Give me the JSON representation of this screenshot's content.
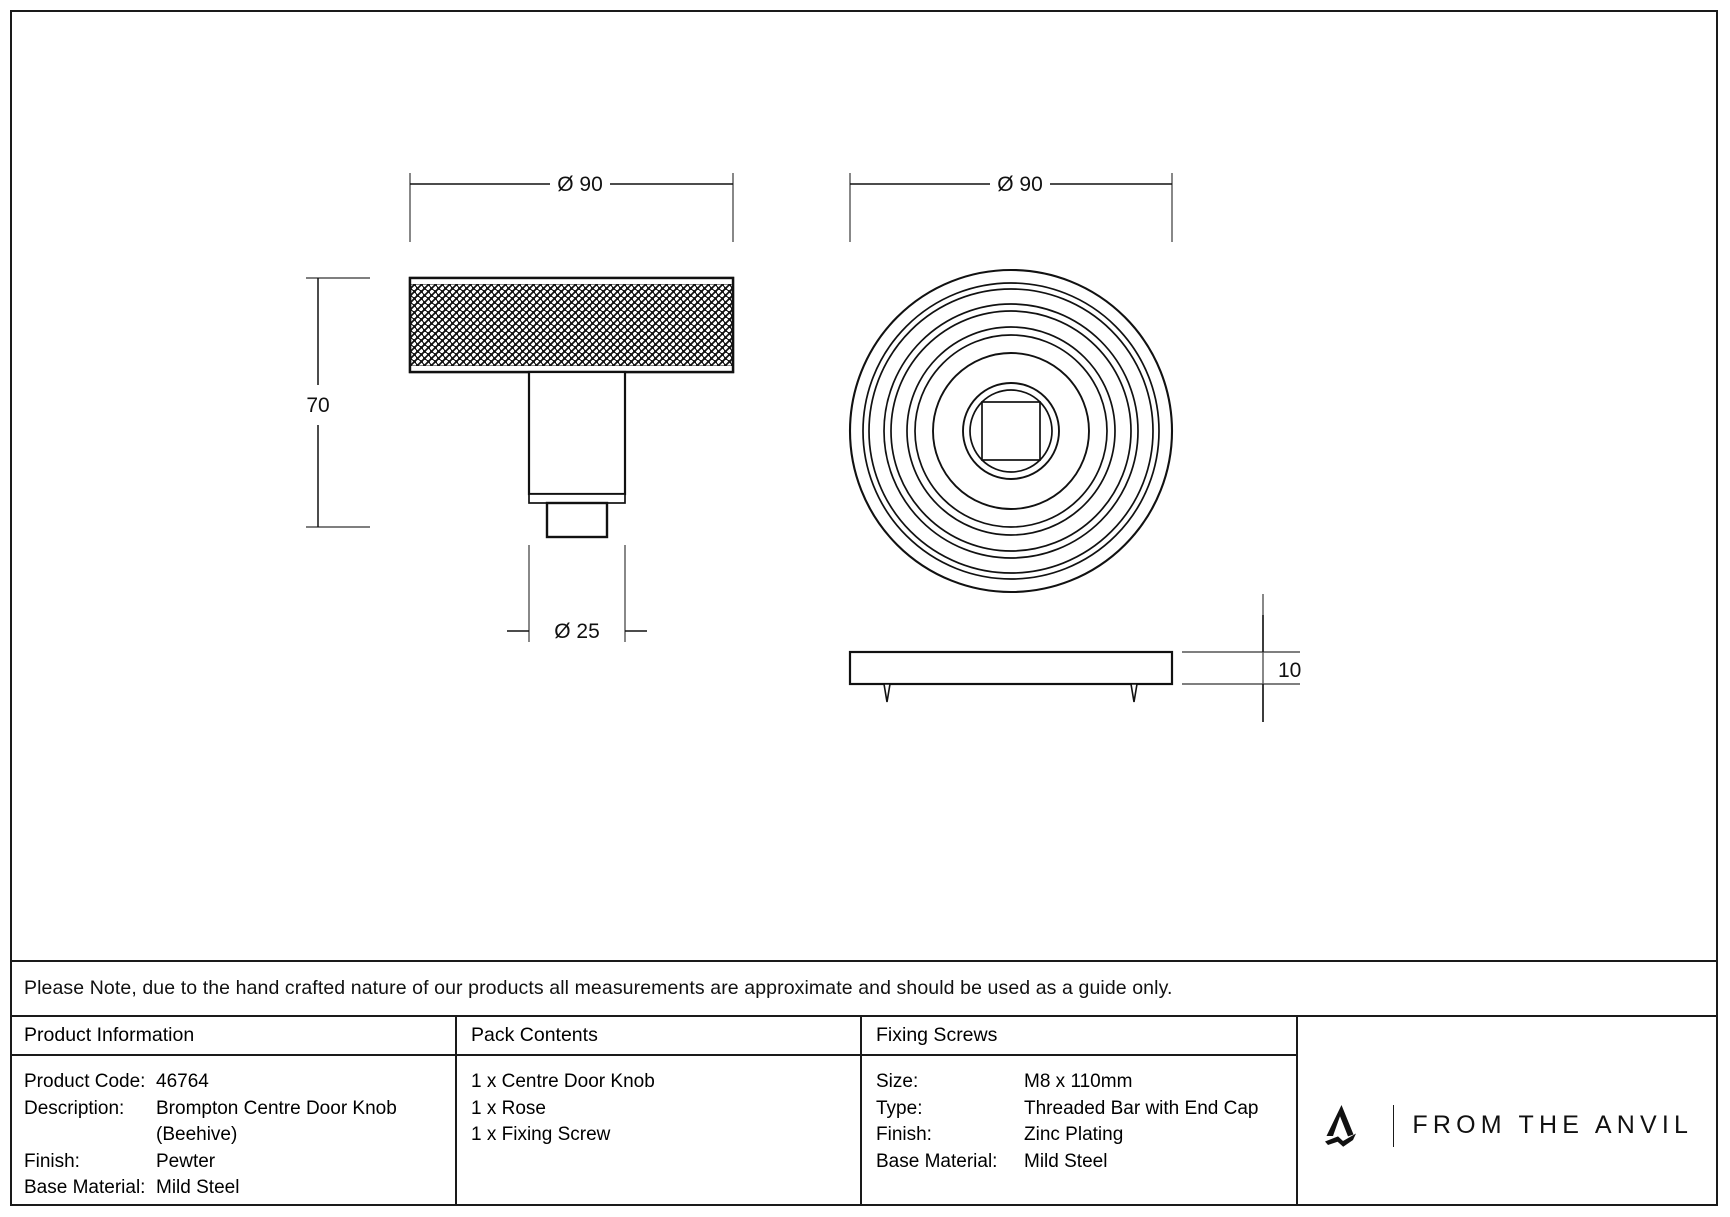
{
  "sheet": {
    "note": "Please Note, due to the hand crafted nature of our products all measurements are approximate and should be used as a guide only."
  },
  "drawing": {
    "front_view": {
      "name": "front-elevation",
      "dimensions": {
        "width_label": "Ø 90",
        "height_label": "70",
        "stem_label": "Ø 25"
      }
    },
    "plan_view": {
      "name": "rose-plan",
      "dimensions": {
        "diameter_label": "Ø 90"
      }
    },
    "side_view": {
      "name": "rose-side",
      "dimensions": {
        "thickness_label": "10"
      }
    }
  },
  "table": {
    "product_information": {
      "title": "Product Information",
      "rows": [
        {
          "label": "Product Code:",
          "value": "46764"
        },
        {
          "label": "Description:",
          "value": "Brompton Centre Door Knob"
        },
        {
          "label": "",
          "value": "(Beehive)"
        },
        {
          "label": "Finish:",
          "value": "Pewter"
        },
        {
          "label": "Base Material:",
          "value": "Mild Steel"
        }
      ]
    },
    "pack_contents": {
      "title": "Pack Contents",
      "items": [
        "1 x Centre Door Knob",
        "1 x Rose",
        "1 x Fixing Screw"
      ]
    },
    "fixing_screws": {
      "title": "Fixing Screws",
      "rows": [
        {
          "label": "Size:",
          "value": "M8 x 110mm"
        },
        {
          "label": "Type:",
          "value": "Threaded Bar with End Cap"
        },
        {
          "label": "Finish:",
          "value": "Zinc Plating"
        },
        {
          "label": "Base Material:",
          "value": "Mild Steel"
        }
      ]
    }
  },
  "logo": {
    "wordmark": "FROM THE ANVIL"
  },
  "colors": {
    "line": "#1a1a1a",
    "thin_line": "#3a3a3a",
    "background": "#ffffff"
  }
}
